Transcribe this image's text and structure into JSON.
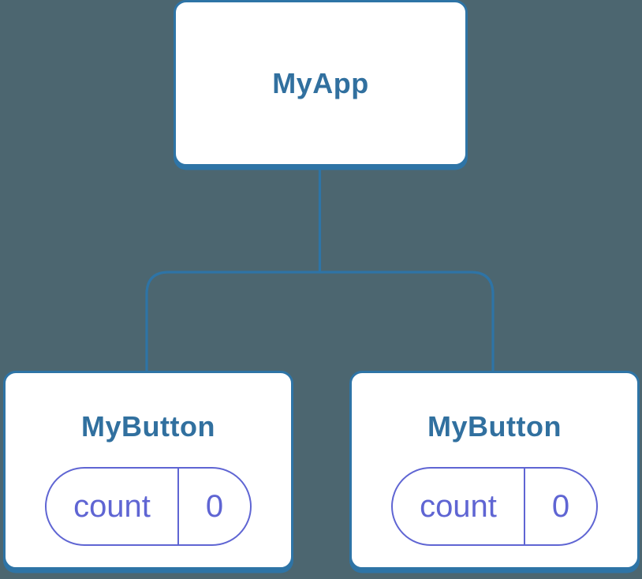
{
  "colors": {
    "background": "#4C6670",
    "box_fill": "#FFFFFF",
    "box_border": "#2E74A6",
    "connector": "#2E74A6",
    "title_text": "#31709F",
    "pill_border": "#5F65D3",
    "pill_text": "#5F65D3"
  },
  "tree": {
    "root": {
      "label": "MyApp"
    },
    "children": [
      {
        "label": "MyButton",
        "state": {
          "key": "count",
          "value": "0"
        }
      },
      {
        "label": "MyButton",
        "state": {
          "key": "count",
          "value": "0"
        }
      }
    ]
  }
}
